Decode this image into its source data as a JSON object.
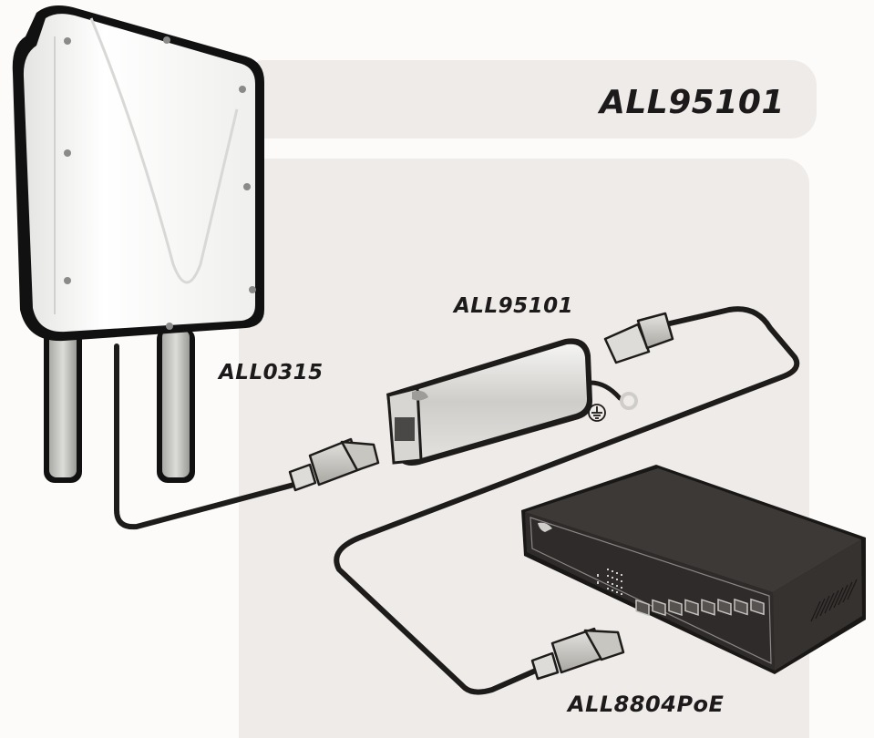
{
  "diagram": {
    "title": "ALL95101",
    "type": "network-connection-diagram",
    "nodes": [
      {
        "id": "ap",
        "label": "ALL0315",
        "kind": "outdoor-access-point"
      },
      {
        "id": "surge",
        "label": "ALL95101",
        "kind": "ethernet-surge-protector"
      },
      {
        "id": "switch",
        "label": "ALL8804PoE",
        "kind": "poe-switch"
      }
    ],
    "edges": [
      {
        "from": "ap",
        "to": "surge",
        "medium": "ethernet-cable-rj45"
      },
      {
        "from": "surge",
        "to": "switch",
        "medium": "ethernet-cable-rj45"
      },
      {
        "from": "surge",
        "to": "ground",
        "medium": "ground-wire"
      }
    ],
    "switch_ports": 8
  },
  "colors": {
    "background": "#fcfbf9",
    "panel": "#efebe9",
    "text": "#1c1a1a",
    "cable": "#1e1c1b",
    "switch_body": "#3a3634",
    "surge_body": "#d6d4d0"
  }
}
